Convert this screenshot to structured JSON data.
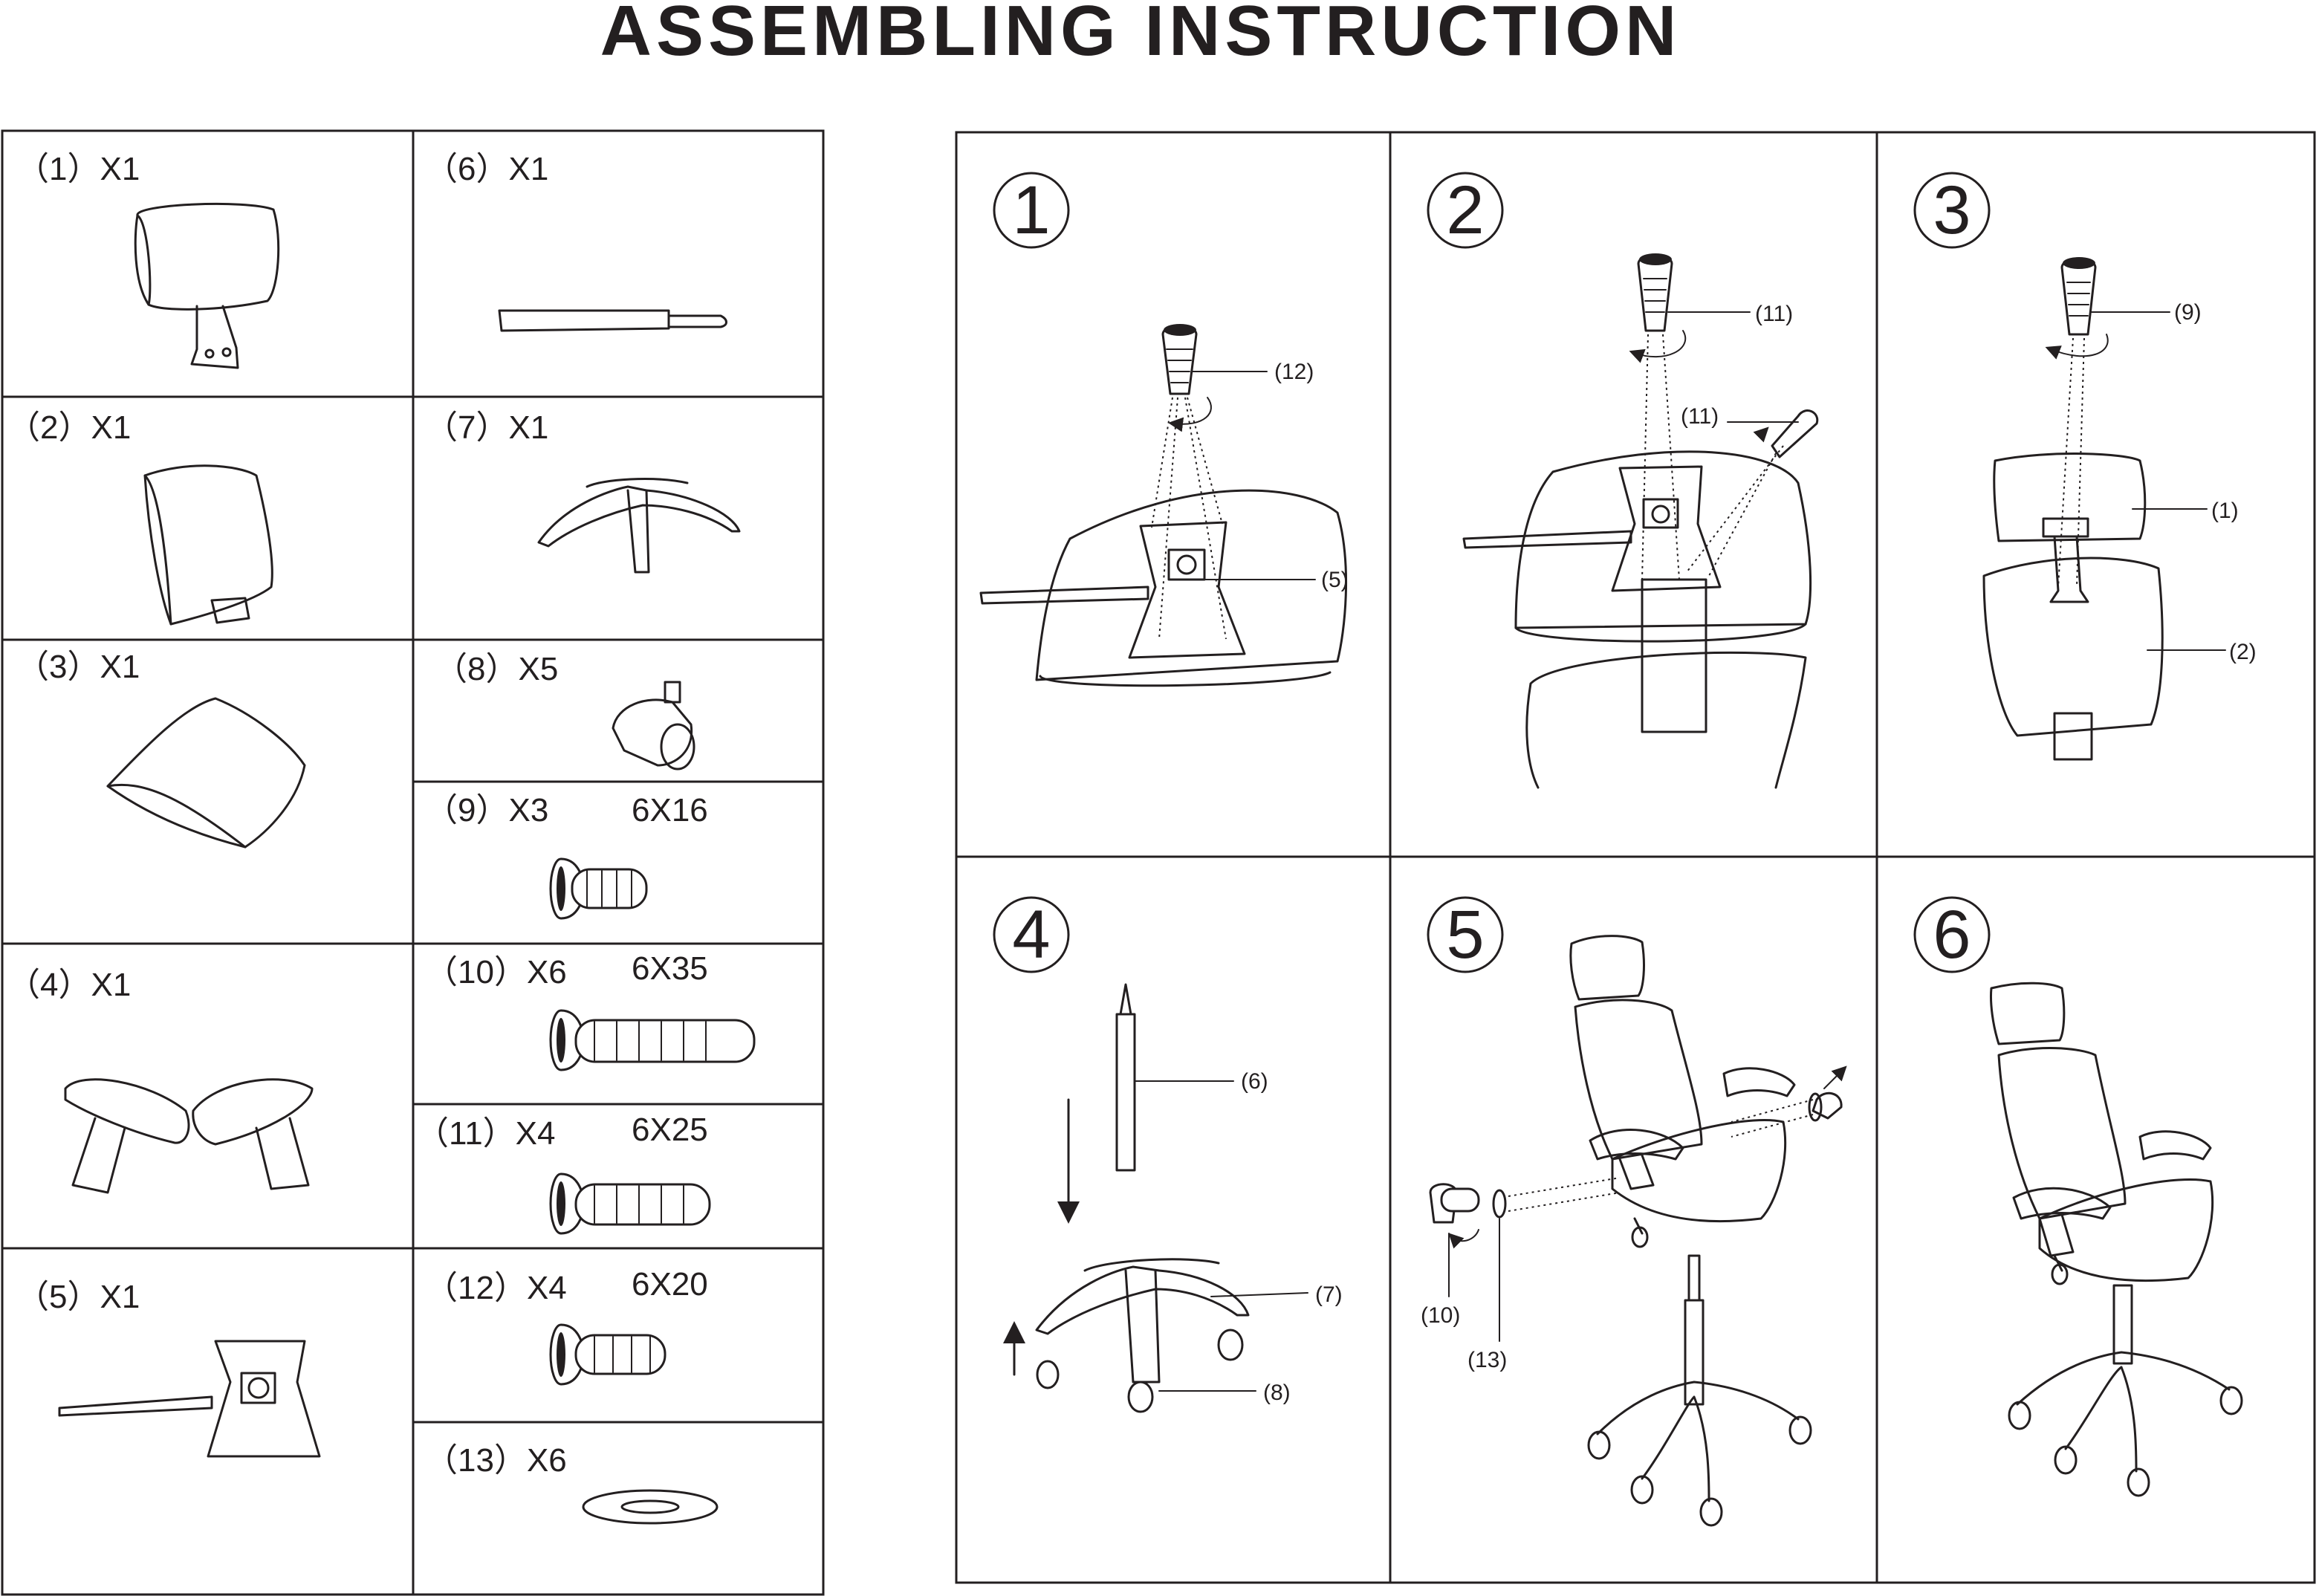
{
  "title": "ASSEMBLING INSTRUCTION",
  "parts": [
    {
      "label": "（1）X1"
    },
    {
      "label": "（2）X1"
    },
    {
      "label": "（3）X1"
    },
    {
      "label": "（4）X1"
    },
    {
      "label": "（5）X1"
    },
    {
      "label": "（6）X1"
    },
    {
      "label": "（7）X1"
    },
    {
      "label": "（8）X5"
    },
    {
      "label": "（9）X3",
      "size": "6X16"
    },
    {
      "label": "（10）X6",
      "size": "6X35"
    },
    {
      "label": "（11）X4",
      "size": "6X25"
    },
    {
      "label": "（12）X4",
      "size": "6X20"
    },
    {
      "label": "（13）X6"
    }
  ],
  "steps": [
    {
      "number": "1",
      "callouts": [
        "(12)",
        "(5)"
      ]
    },
    {
      "number": "2",
      "callouts": [
        "(11)",
        "(11)"
      ]
    },
    {
      "number": "3",
      "callouts": [
        "(9)",
        "(1)",
        "(2)"
      ]
    },
    {
      "number": "4",
      "callouts": [
        "(6)",
        "(7)",
        "(8)"
      ]
    },
    {
      "number": "5",
      "callouts": [
        "(10)",
        "(13)"
      ]
    },
    {
      "number": "6",
      "callouts": []
    }
  ]
}
